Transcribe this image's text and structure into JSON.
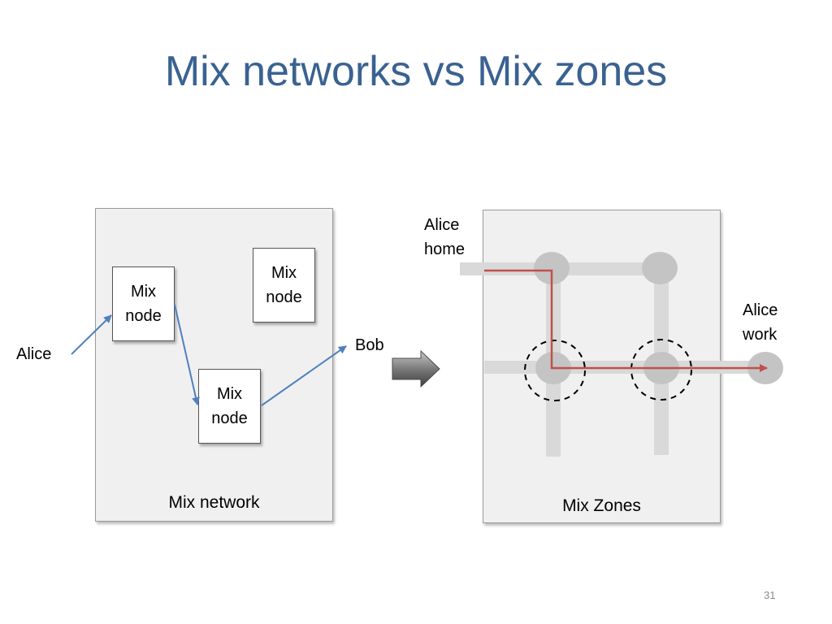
{
  "slide": {
    "title": "Mix networks vs Mix zones",
    "page_number": "31"
  },
  "left_panel": {
    "caption": "Mix network",
    "nodes": [
      {
        "line1": "Mix",
        "line2": "node"
      },
      {
        "line1": "Mix",
        "line2": "node"
      },
      {
        "line1": "Mix",
        "line2": "node"
      }
    ],
    "sender_label": "Alice",
    "receiver_label": "Bob"
  },
  "right_panel": {
    "caption": "Mix Zones",
    "start_label": {
      "line1": "Alice",
      "line2": "home"
    },
    "end_label": {
      "line1": "Alice",
      "line2": "work"
    }
  },
  "colors": {
    "title": "#3a6291",
    "arrow_blue": "#4f81bd",
    "path_red": "#c0504d",
    "road_gray": "#d9d9d9",
    "junction_gray": "#c4c4c4"
  }
}
